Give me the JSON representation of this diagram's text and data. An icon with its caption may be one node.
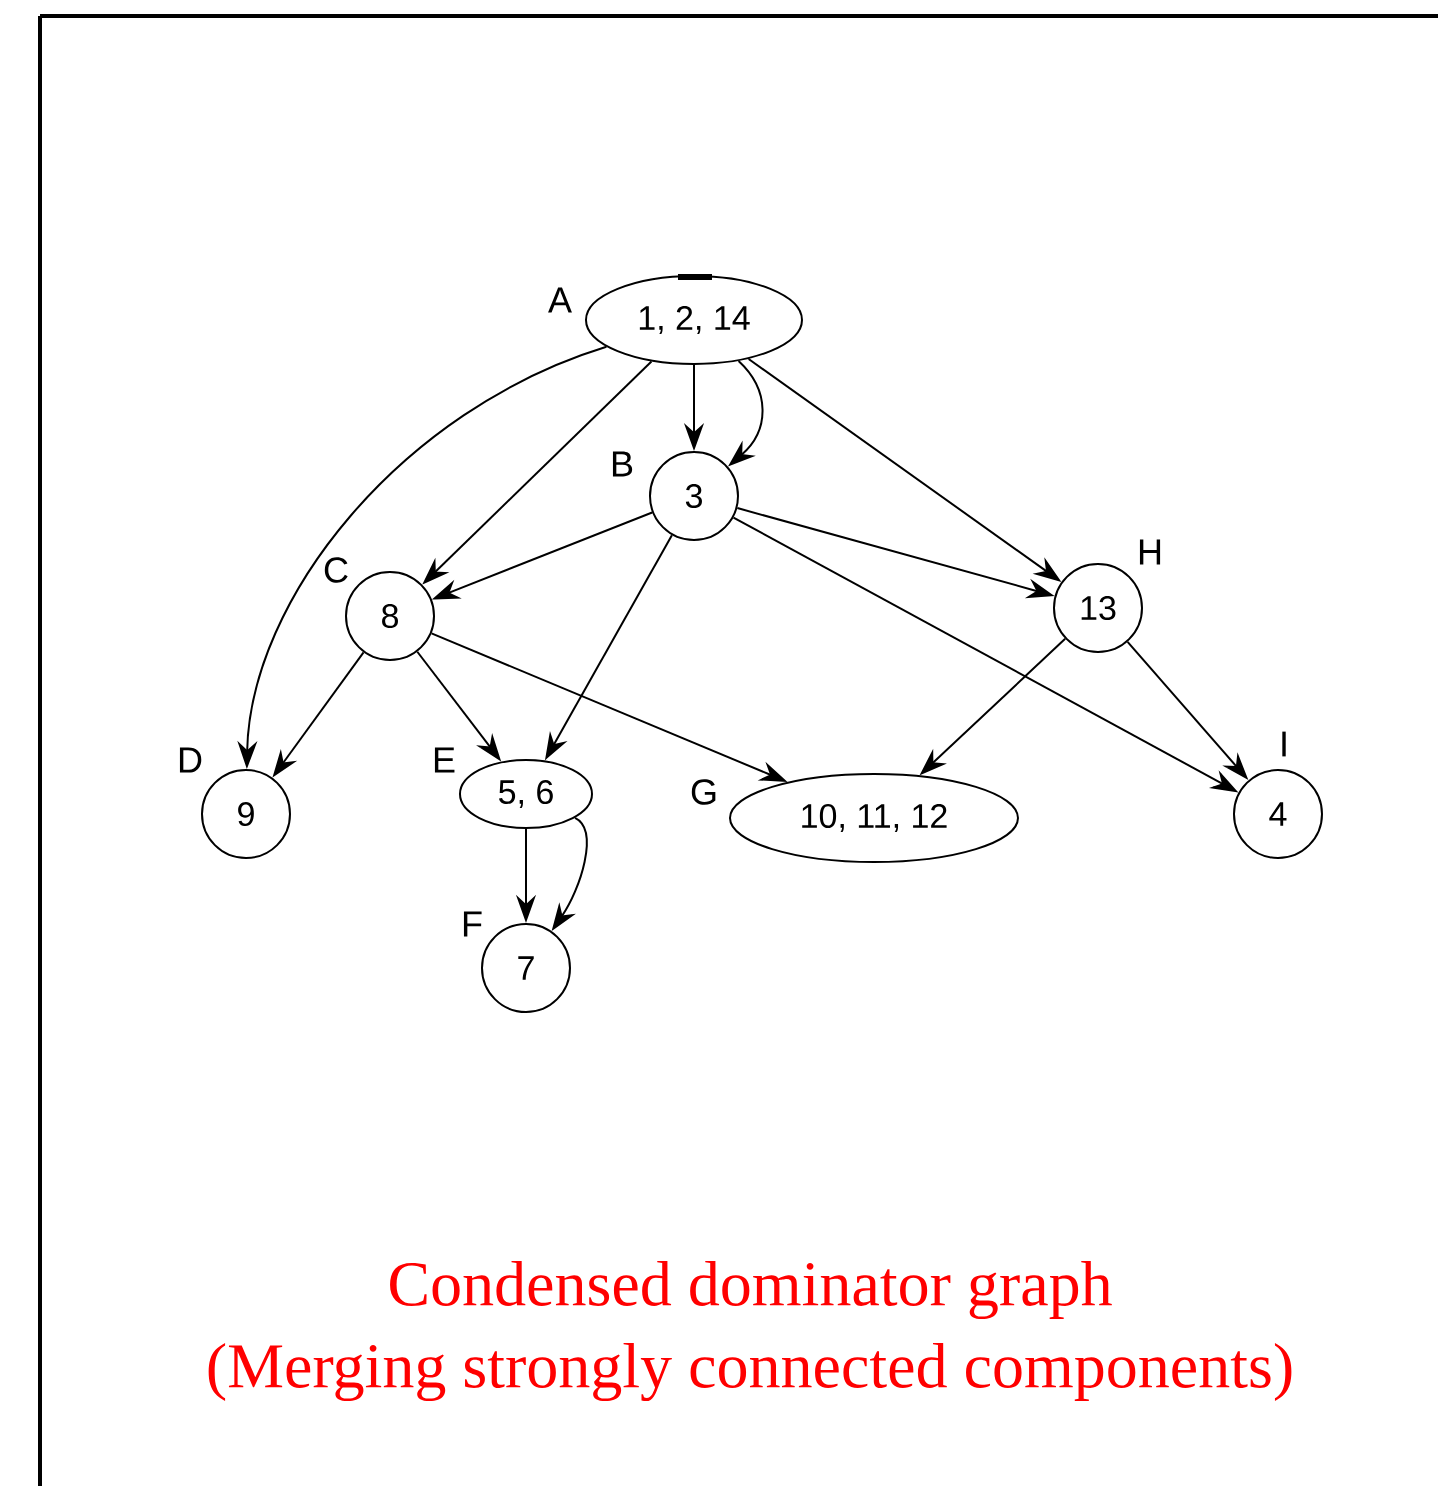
{
  "diagram": {
    "title": "Condensed dominator graph",
    "caption": "(Merging strongly connected components)",
    "nodes": [
      {
        "text": [
          "1, 2, 14"
        ],
        "beside": [
          "A"
        ]
      },
      {
        "text": [
          "3"
        ],
        "beside": [
          "B"
        ]
      },
      {
        "text": [
          "8"
        ],
        "beside": [
          "C"
        ]
      },
      {
        "text": [
          "9"
        ],
        "beside": [
          "D"
        ]
      },
      {
        "text": [
          "5, 6"
        ],
        "beside": [
          "E"
        ]
      },
      {
        "text": [
          "7"
        ],
        "beside": [
          "F"
        ]
      },
      {
        "text": [
          "10, 11, 12"
        ],
        "beside": [
          "G"
        ]
      },
      {
        "text": [
          "13"
        ],
        "beside": [
          "H"
        ]
      },
      {
        "text": [
          "4"
        ],
        "beside": [
          "I"
        ]
      }
    ],
    "edges": [
      {
        "from": 0,
        "to": 3,
        "arrow": "to"
      },
      {
        "from": 0,
        "to": 2,
        "arrow": "to"
      },
      {
        "from": 0,
        "to": 1,
        "arrow": "to"
      },
      {
        "from": 0,
        "to": 1,
        "arrow": "to"
      },
      {
        "from": 0,
        "to": 7,
        "arrow": "to"
      },
      {
        "from": 1,
        "to": 2,
        "arrow": "to"
      },
      {
        "from": 1,
        "to": 4,
        "arrow": "to"
      },
      {
        "from": 1,
        "to": 7,
        "arrow": "to"
      },
      {
        "from": 1,
        "to": 8,
        "arrow": "to"
      },
      {
        "from": 2,
        "to": 3,
        "arrow": "to"
      },
      {
        "from": 2,
        "to": 4,
        "arrow": "to"
      },
      {
        "from": 2,
        "to": 6,
        "arrow": "to"
      },
      {
        "from": 7,
        "to": 6,
        "arrow": "to"
      },
      {
        "from": 7,
        "to": 8,
        "arrow": "to"
      },
      {
        "from": 4,
        "to": 5,
        "arrow": "to"
      },
      {
        "from": 4,
        "to": 5,
        "arrow": "to"
      }
    ]
  }
}
